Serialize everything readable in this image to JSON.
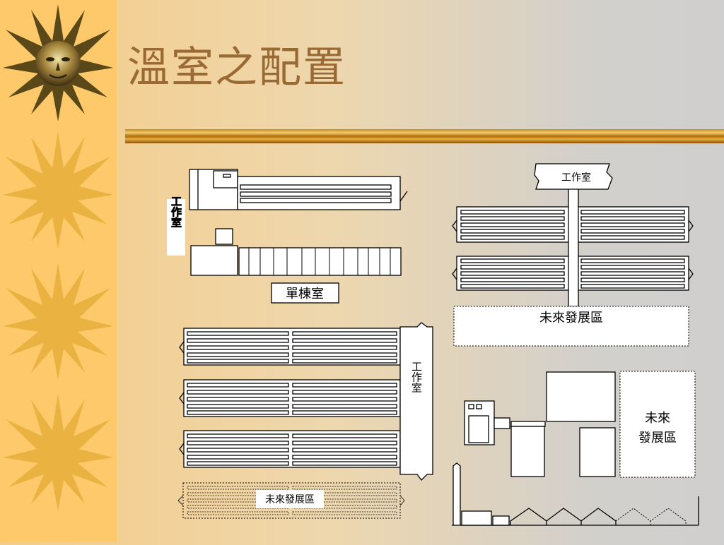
{
  "slide": {
    "title": "溫室之配置"
  },
  "labels": {
    "workroom": "工作室",
    "single_house": "單棟室",
    "future_area": "未來發展區"
  },
  "colors": {
    "sidebar": "#fdc96a",
    "title": "#9a6a35",
    "rule": "#b06a05"
  }
}
